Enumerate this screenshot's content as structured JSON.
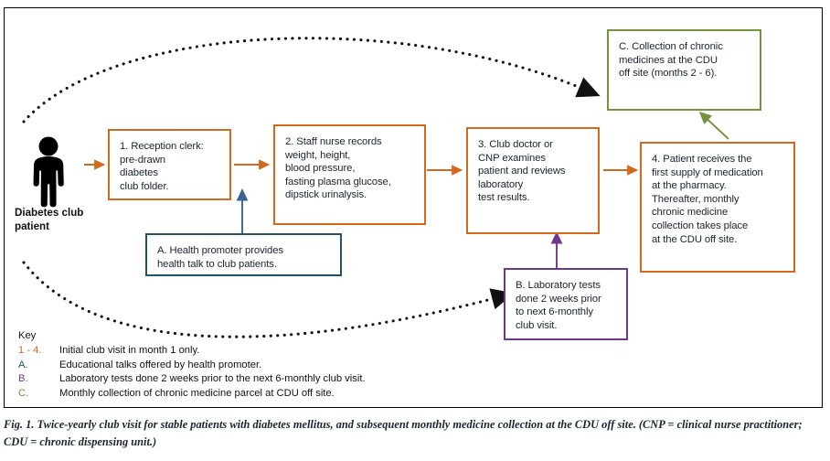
{
  "figure": {
    "caption": "Fig. 1. Twice-yearly club visit for stable patients with diabetes mellitus, and subsequent monthly medicine collection at the CDU off site. (CNP = clinical nurse practitioner; CDU = chronic dispensing unit.)"
  },
  "actor": {
    "label": "Diabetes club\npatient",
    "icon": "person-icon"
  },
  "boxes": [
    {
      "id": "step-1",
      "text": "1. Reception clerk:\npre-drawn\ndiabetes\nclub folder.",
      "color": "#D2691E"
    },
    {
      "id": "step-2",
      "text": "2. Staff nurse records\nweight, height,\nblood pressure,\nfasting plasma glucose,\ndipstick urinalysis.",
      "color": "#D2691E"
    },
    {
      "id": "step-3",
      "text": "3. Club doctor or\nCNP examines\npatient and reviews\nlaboratory\ntest results.",
      "color": "#D2691E"
    },
    {
      "id": "step-4",
      "text": "4. Patient receives the\nfirst supply of medication\nat the pharmacy.\nThereafter, monthly\nchronic medicine\ncollection takes place\nat the CDU off site.",
      "color": "#D2691E"
    },
    {
      "id": "note-a",
      "text": "A. Health promoter provides\nhealth talk to club patients.",
      "color": "#1F5460"
    },
    {
      "id": "note-b",
      "text": "B. Laboratory tests\ndone 2 weeks prior\nto next 6-monthly\nclub visit.",
      "color": "#6B3A8C"
    },
    {
      "id": "note-c",
      "text": "C. Collection of chronic\nmedicines at the CDU\noff site (months 2 - 6).",
      "color": "#76923C"
    }
  ],
  "key": {
    "title": "Key",
    "entries": [
      {
        "tag": "1 - 4.",
        "text": "Initial club visit in month 1 only.",
        "color": "#D2691E"
      },
      {
        "tag": "A.",
        "text": "Educational talks offered by health promoter.",
        "color": "#1F5460"
      },
      {
        "tag": "B.",
        "text": "Laboratory tests done 2 weeks prior to the next 6-monthly club visit.",
        "color": "#6B3A8C"
      },
      {
        "tag": "C.",
        "text": "Monthly collection of chronic medicine parcel at CDU off site.",
        "color": "#76923C"
      }
    ]
  },
  "colors": {
    "orange": "#D2691E",
    "green": "#76923C",
    "teal": "#1F5460",
    "purple": "#6B3A8C",
    "blue_arrow": "#3A6391",
    "dotted": "#111111",
    "frame": "#000000"
  },
  "connectors": [
    {
      "name": "patient-to-step-1",
      "type": "solid-arrow",
      "color": "#D2691E"
    },
    {
      "name": "step-1-to-step-2",
      "type": "solid-arrow",
      "color": "#D2691E"
    },
    {
      "name": "step-2-to-step-3",
      "type": "solid-arrow",
      "color": "#D2691E"
    },
    {
      "name": "step-3-to-step-4",
      "type": "solid-arrow",
      "color": "#D2691E"
    },
    {
      "name": "note-a-to-step-1",
      "type": "solid-arrow",
      "color": "#3A6391"
    },
    {
      "name": "note-b-to-step-3",
      "type": "solid-arrow",
      "color": "#6B3A8C"
    },
    {
      "name": "step-4-to-note-c",
      "type": "solid-arrow",
      "color": "#76923C"
    },
    {
      "name": "upper-return-loop",
      "type": "dotted-arc-arrow",
      "color": "#111111"
    },
    {
      "name": "lower-return-loop",
      "type": "dotted-arc-arrow",
      "color": "#111111"
    }
  ]
}
